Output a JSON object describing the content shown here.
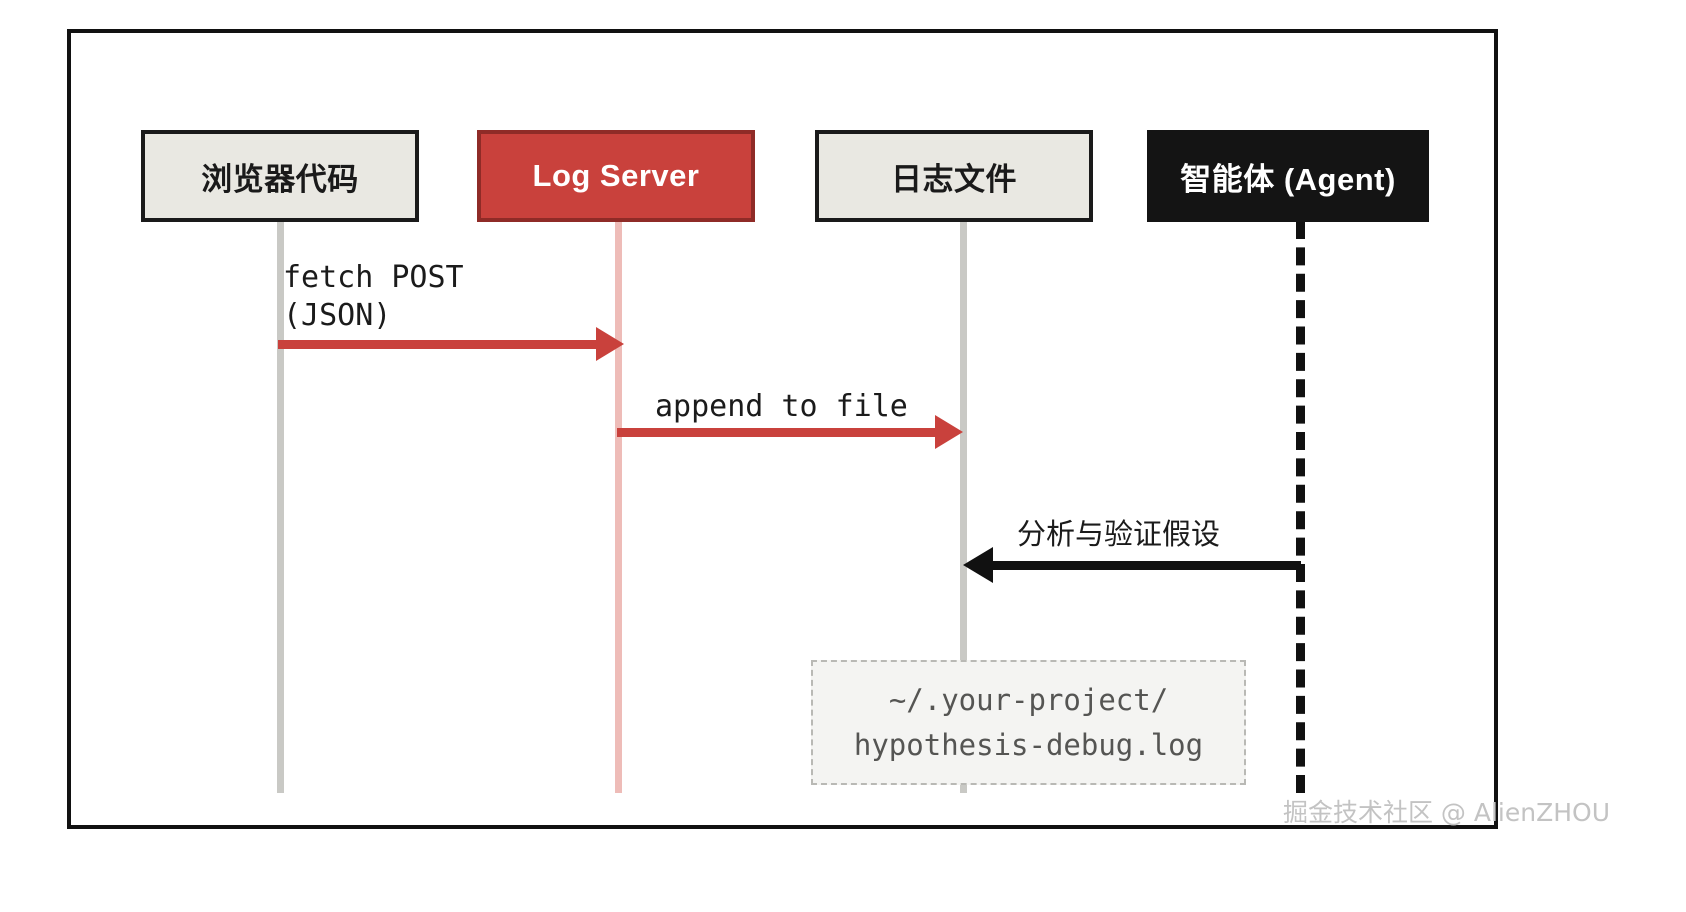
{
  "diagram": {
    "type": "sequence-diagram",
    "title": "",
    "participants": [
      {
        "id": "browser",
        "label": "浏览器代码",
        "style": "light",
        "box_color": "#e9e8e2",
        "text_color": "#1a1a1a",
        "lifeline_color": "#c9c9c5",
        "lifeline_style": "solid"
      },
      {
        "id": "logserver",
        "label": "Log Server",
        "style": "accent",
        "box_color": "#c9413c",
        "text_color": "#ffffff",
        "lifeline_color": "#eebcb8",
        "lifeline_style": "solid"
      },
      {
        "id": "logfile",
        "label": "日志文件",
        "style": "light",
        "box_color": "#e9e8e2",
        "text_color": "#1a1a1a",
        "lifeline_color": "#c9c9c5",
        "lifeline_style": "solid"
      },
      {
        "id": "agent",
        "label": "智能体 (Agent)",
        "style": "dark",
        "box_color": "#141414",
        "text_color": "#ffffff",
        "lifeline_color": "#111111",
        "lifeline_style": "dashed"
      }
    ],
    "messages": [
      {
        "id": "m1",
        "from": "browser",
        "to": "logserver",
        "label": "fetch POST\n(JSON)",
        "color": "#c9413c",
        "direction": "right",
        "font": "mono"
      },
      {
        "id": "m2",
        "from": "logserver",
        "to": "logfile",
        "label": "append to file",
        "color": "#c9413c",
        "direction": "right",
        "font": "mono"
      },
      {
        "id": "m3",
        "from": "agent",
        "to": "logfile",
        "label": "分析与验证假设",
        "color": "#111111",
        "direction": "left",
        "font": "cjk"
      }
    ],
    "note": {
      "attached_to": "logfile",
      "lines": [
        "~/.your-project/",
        "hypothesis-debug.log"
      ],
      "background": "#f4f4f2",
      "border_color": "#b9b9b5"
    },
    "watermark": "掘金技术社区 @ AlienZHOU",
    "frame_border_color": "#111111"
  }
}
